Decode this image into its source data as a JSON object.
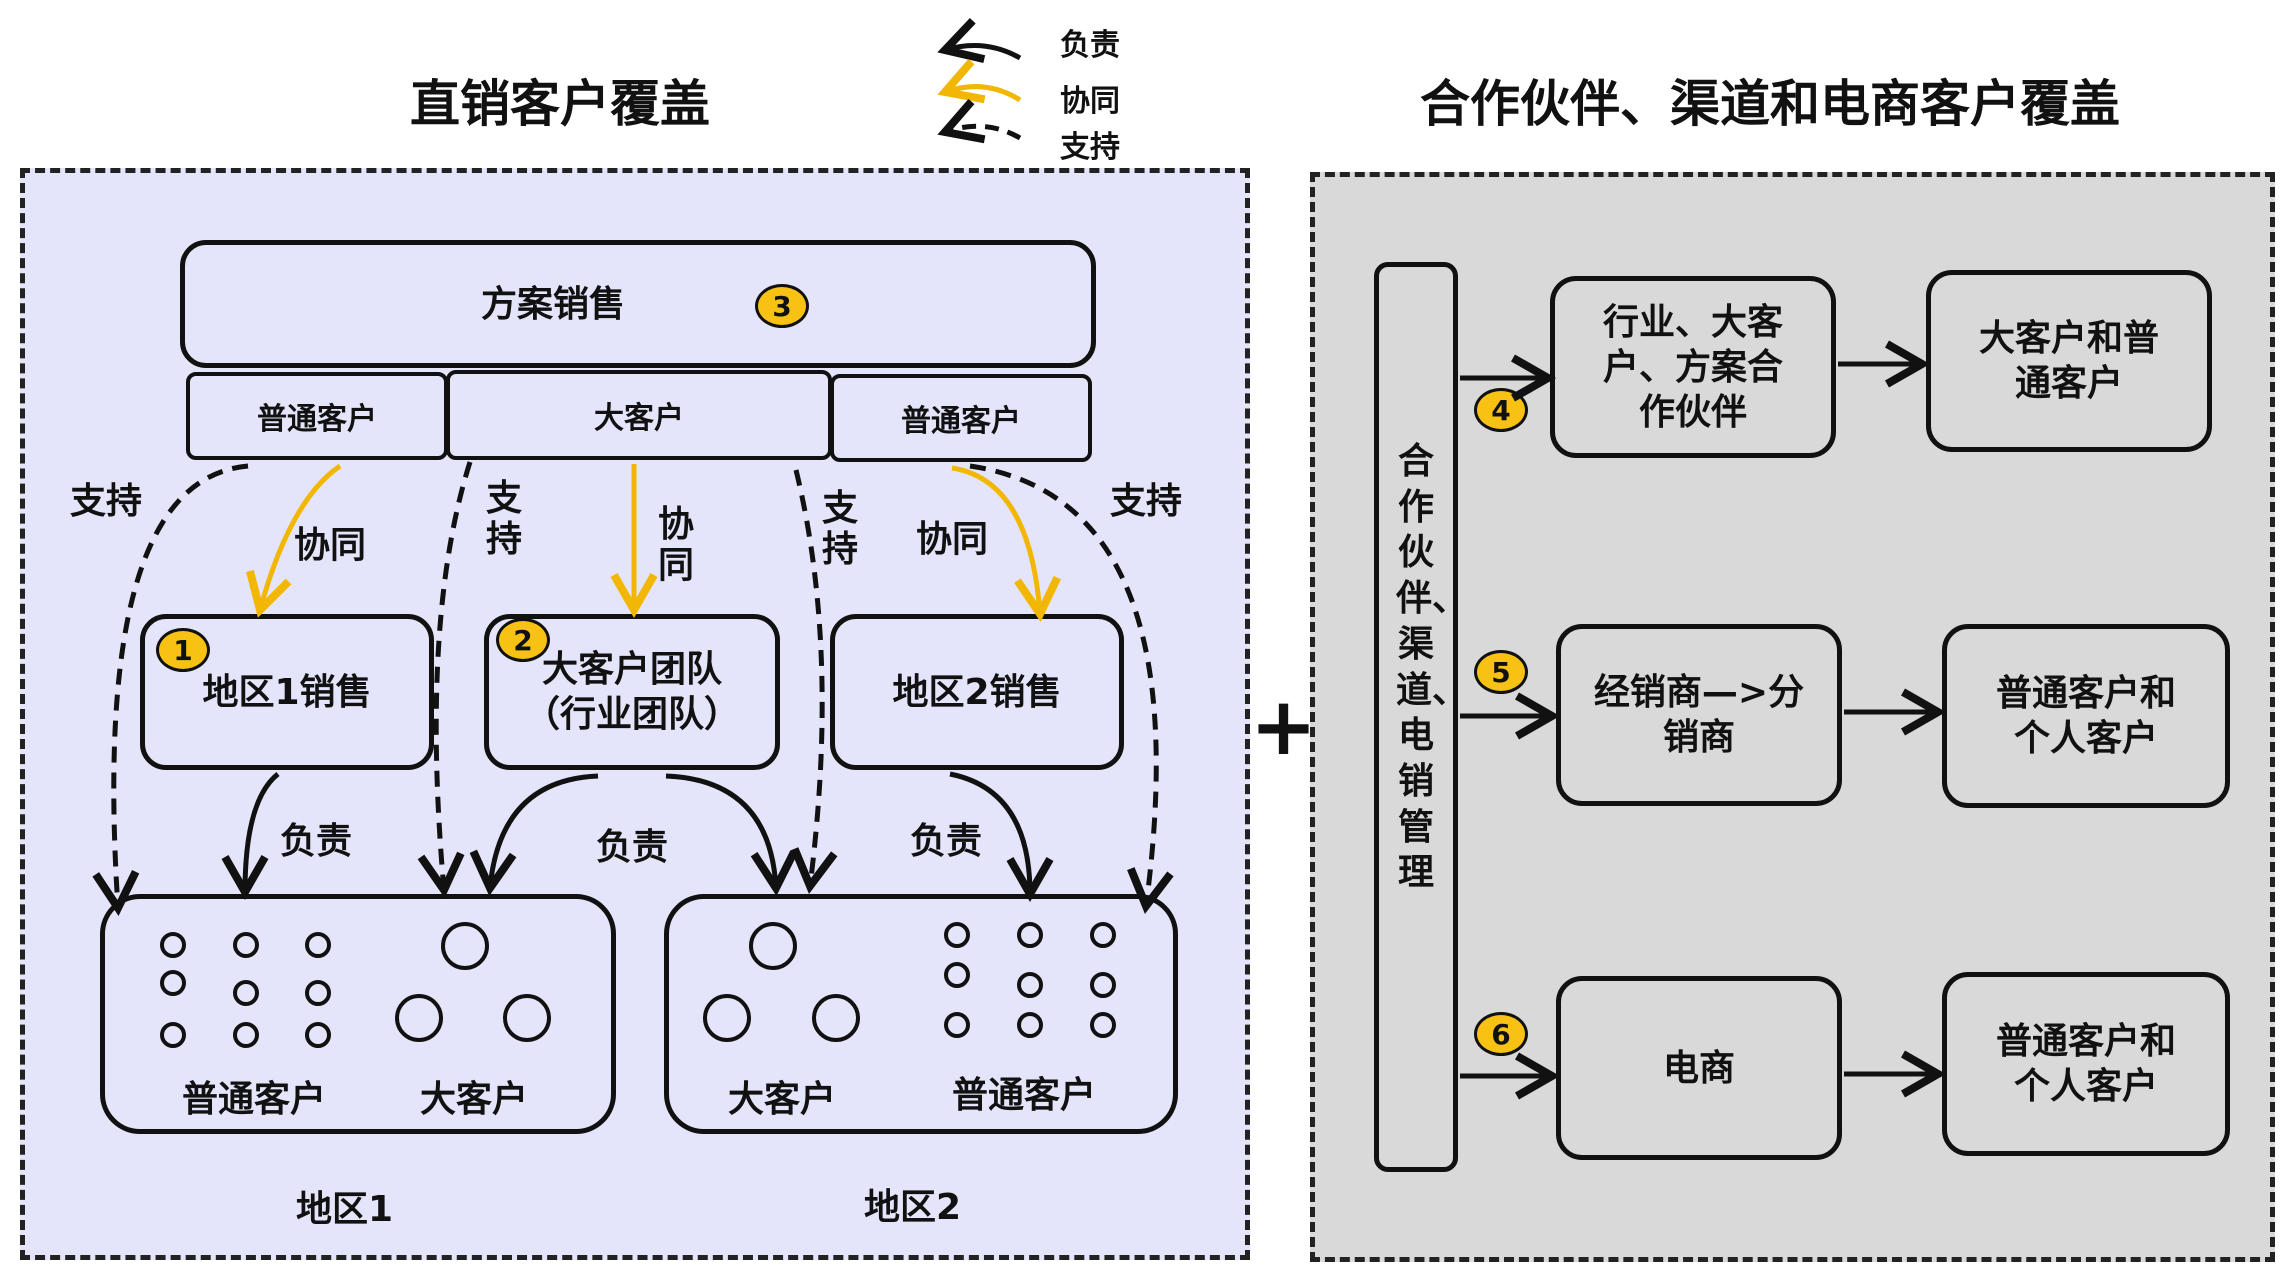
{
  "titles": {
    "left": "直销客户覆盖",
    "right": "合作伙伴、渠道和电商客户覆盖"
  },
  "legend": {
    "responsible": "负责",
    "collaborate": "协同",
    "support": "支持"
  },
  "colors": {
    "left_panel_bg": "#e4e5fb",
    "right_panel_bg": "#d9d9d9",
    "collaborate_arrow": "#f2b705",
    "badge": "#f7c213"
  },
  "left": {
    "solution_sales": "方案销售",
    "seg_general_left": "普通客户",
    "seg_key": "大客户",
    "seg_general_right": "普通客户",
    "region1_sales": "地区1销售",
    "key_account_team_l1": "大客户团队",
    "key_account_team_l2": "（行业团队）",
    "region2_sales": "地区2销售",
    "support": "支持",
    "collaborate": "协同",
    "responsible": "负责",
    "region1_general": "普通客户",
    "region1_key": "大客户",
    "region2_key": "大客户",
    "region2_general": "普通客户",
    "region1": "地区1",
    "region2": "地区2"
  },
  "badges": [
    "1",
    "2",
    "3",
    "4",
    "5",
    "6"
  ],
  "plus": "+",
  "right": {
    "mgmt": "合作伙伴、渠道、电销管理",
    "partner_l1": "行业、大客",
    "partner_l2": "户、方案合",
    "partner_l3": "作伙伴",
    "partner_target_l1": "大客户和普",
    "partner_target_l2": "通客户",
    "dealer_l1": "经销商—>分",
    "dealer_l2": "销商",
    "dealer_target_l1": "普通客户和",
    "dealer_target_l2": "个人客户",
    "ecom": "电商",
    "ecom_target_l1": "普通客户和",
    "ecom_target_l2": "个人客户"
  }
}
